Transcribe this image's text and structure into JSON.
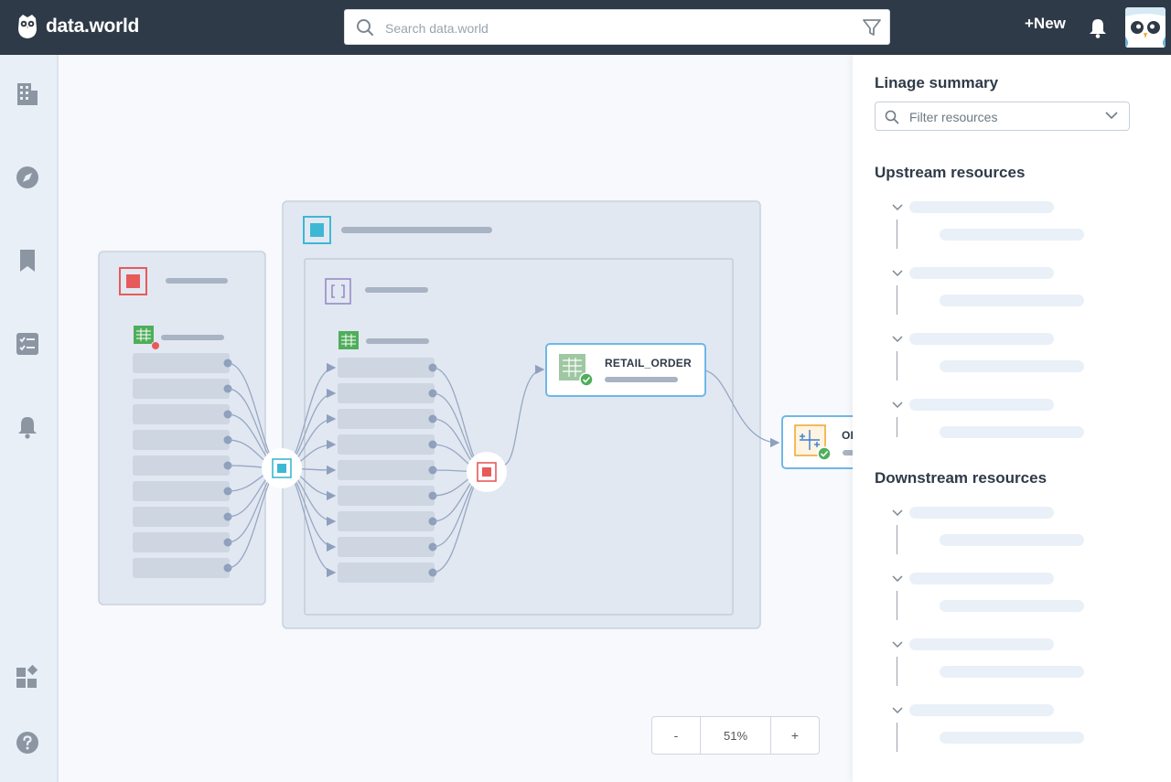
{
  "app": {
    "name": "data.world"
  },
  "search": {
    "placeholder": "Search data.world"
  },
  "header": {
    "new_label": "+New"
  },
  "canvas": {
    "node_retail": "RETAIL_ORDER",
    "node_or": "OR"
  },
  "zoom": {
    "minus": "-",
    "value": "51%",
    "plus": "+"
  },
  "panel": {
    "title": "Linage summary",
    "filter_placeholder": "Filter resources",
    "upstream_title": "Upstream resources",
    "downstream_title": "Downstream resources"
  },
  "colors": {
    "topbar": "#2f3a48",
    "accent_cyan": "#3db8d4",
    "accent_red": "#e85a5a",
    "accent_green": "#4fae5b",
    "accent_purple": "#9a8ac6",
    "accent_orange": "#f0a93b"
  }
}
